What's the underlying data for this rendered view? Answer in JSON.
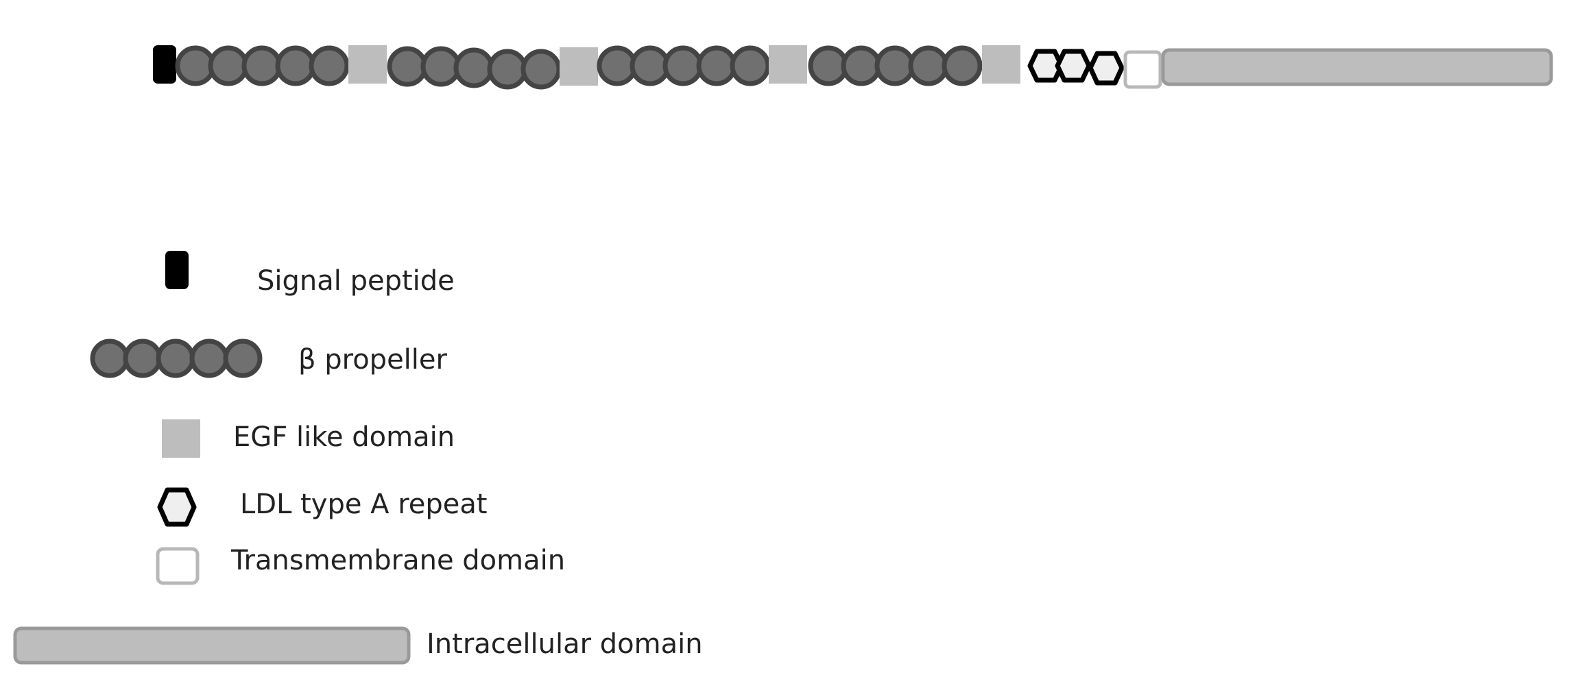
{
  "diagram": {
    "colors": {
      "signal_peptide": "#000000",
      "propeller_fill": "#707070",
      "propeller_stroke": "#444444",
      "egf": "#bdbdbd",
      "ldl_fill": "#efefef",
      "ldl_stroke": "#000000",
      "transmembrane_fill": "#ffffff",
      "transmembrane_stroke": "#b8b8b8",
      "intracellular_fill": "#bdbdbd",
      "intracellular_stroke": "#9a9a9a"
    },
    "protein_sequence": [
      "signal-peptide",
      "beta-propeller",
      "egf-like-domain",
      "beta-propeller",
      "egf-like-domain",
      "beta-propeller",
      "egf-like-domain",
      "beta-propeller",
      "egf-like-domain",
      "ldl-type-a-repeat",
      "ldl-type-a-repeat",
      "ldl-type-a-repeat",
      "transmembrane-domain",
      "intracellular-domain"
    ],
    "legend": [
      {
        "key": "signal-peptide",
        "label": "Signal peptide"
      },
      {
        "key": "beta-propeller",
        "label": "β propeller"
      },
      {
        "key": "egf-like-domain",
        "label": "EGF like domain"
      },
      {
        "key": "ldl-type-a-repeat",
        "label": "LDL type A repeat"
      },
      {
        "key": "transmembrane-domain",
        "label": "Transmembrane domain"
      },
      {
        "key": "intracellular-domain",
        "label": "Intracellular domain"
      }
    ]
  }
}
